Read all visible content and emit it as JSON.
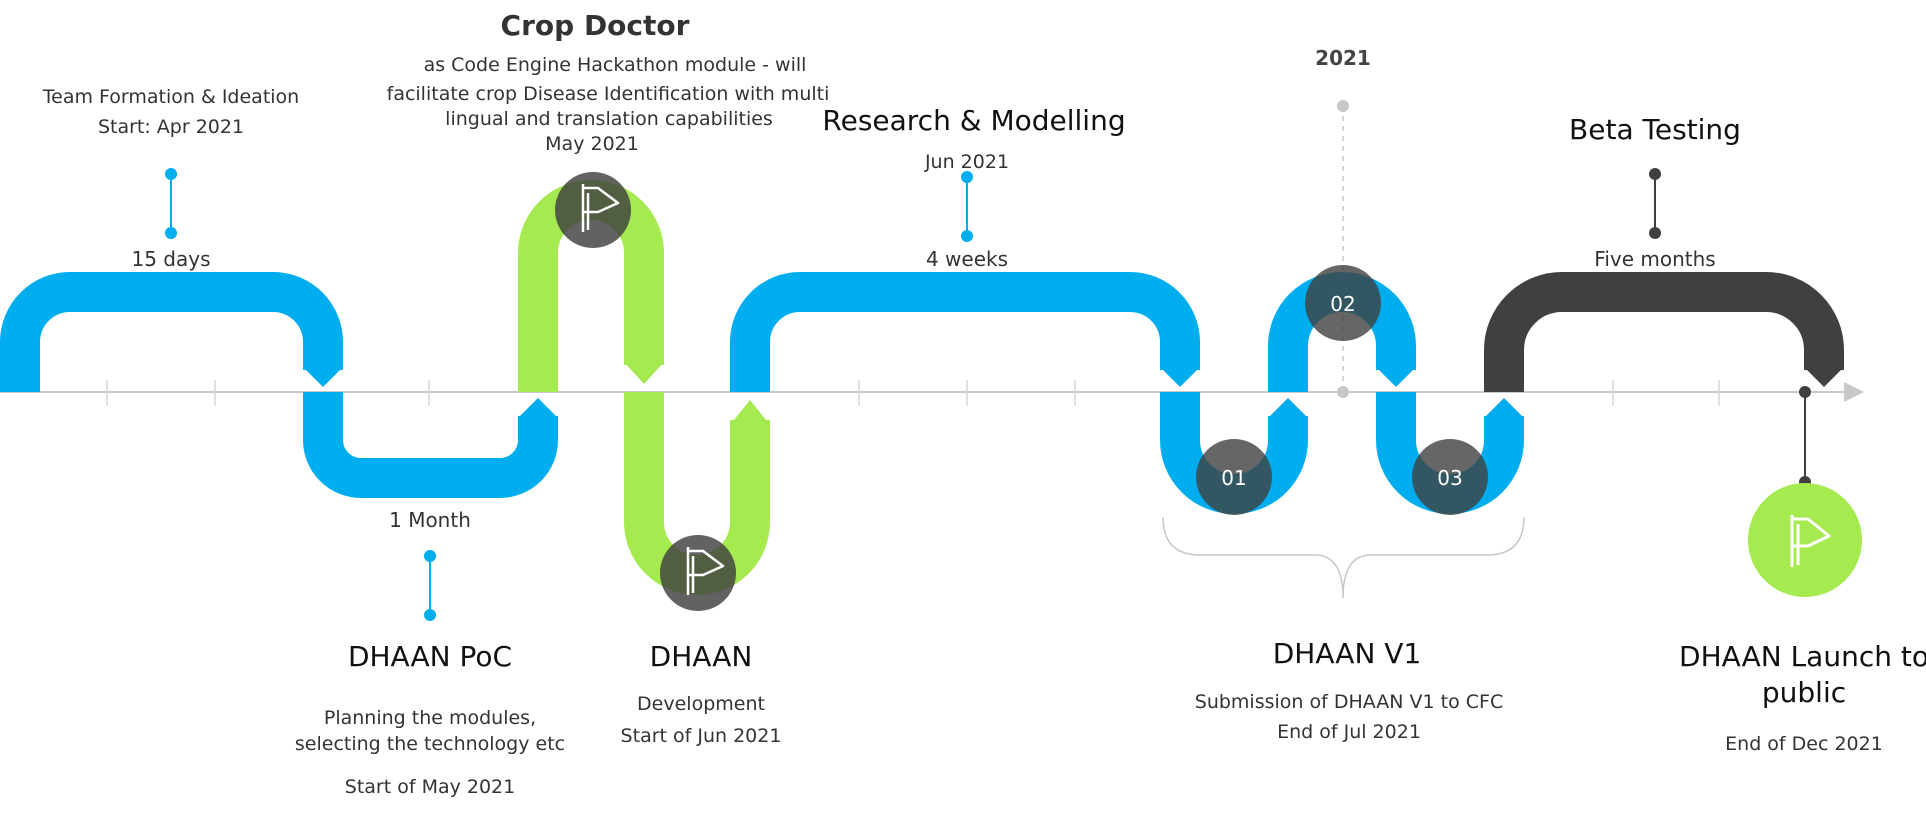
{
  "colors": {
    "blue": "#00AEEF",
    "green": "#A5EA4F",
    "dark": "#404040",
    "axis": "#C8C8C8",
    "marker_dark": "#00405F"
  },
  "year_marker": "2021",
  "milestones": {
    "team_formation": {
      "title": "Team Formation & Ideation",
      "date": "Start: Apr 2021",
      "duration": "15 days"
    },
    "crop_doctor": {
      "title": "Crop Doctor",
      "desc_line1": "as Code Engine Hackathon module - will",
      "desc_line2": "facilitate crop Disease Identification with multi",
      "desc_line3": "lingual and translation capabilities",
      "date": "May 2021"
    },
    "research": {
      "title": "Research & Modelling",
      "date": "Jun 2021",
      "duration": "4 weeks"
    },
    "beta": {
      "title": "Beta Testing",
      "duration": "Five months"
    },
    "poc": {
      "duration": "1 Month",
      "title": "DHAAN PoC",
      "desc_line1": "Planning the modules,",
      "desc_line2": "selecting the technology etc",
      "date": "Start of May 2021"
    },
    "dhaan_dev": {
      "title": "DHAAN",
      "desc": "Development",
      "date": "Start of Jun 2021"
    },
    "v1": {
      "title": "DHAAN V1",
      "desc": "Submission of DHAAN V1 to CFC",
      "date": "End of Jul 2021"
    },
    "launch": {
      "title_line1": "DHAAN Launch to",
      "title_line2": "public",
      "date": "End of Dec 2021"
    }
  },
  "iterations": [
    "01",
    "02",
    "03"
  ],
  "icons": {
    "flag": "flag-icon"
  }
}
